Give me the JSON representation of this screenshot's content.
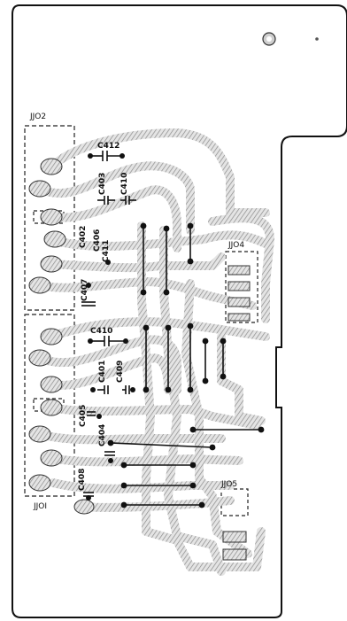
{
  "connectors": {
    "jj02": "JJO2",
    "jj01": "JJOI",
    "jj04": "JJO4",
    "jj05": "JJO5"
  },
  "capacitors": {
    "c412": "C412",
    "c403": "C403",
    "c410": "C410",
    "c402": "C402",
    "c406": "C406",
    "c411": "C411",
    "c407": "C407",
    "c410b": "C410",
    "c401": "C401",
    "c409": "C409",
    "c405": "C405",
    "c404": "C404",
    "c408": "C408"
  },
  "colors": {
    "ink": "#111111",
    "trace_fill": "#d0d0d0",
    "paper": "#ffffff"
  }
}
